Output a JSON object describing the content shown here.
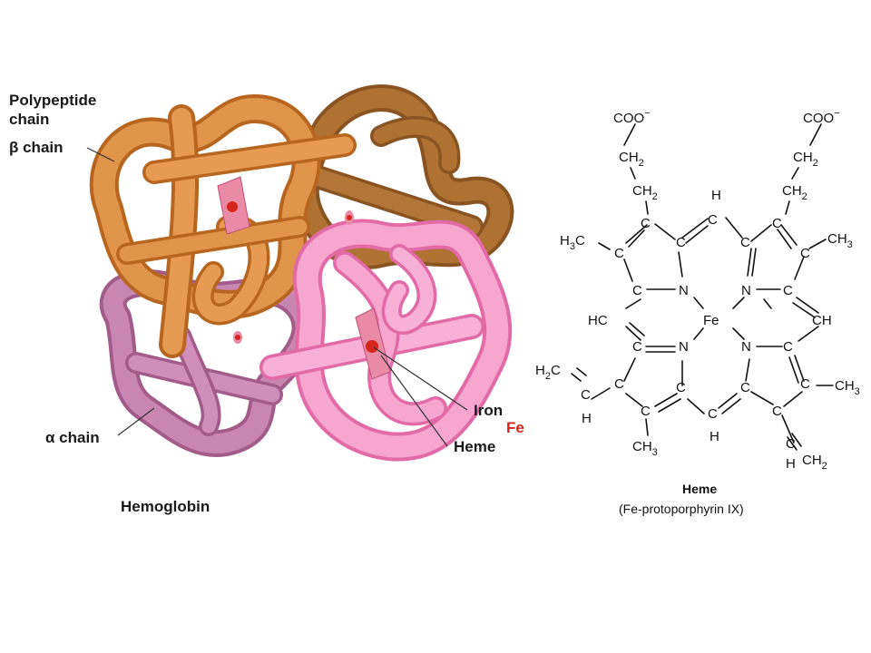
{
  "protein": {
    "label_polypeptide_line1": "Polypeptide",
    "label_polypeptide_line2": "chain",
    "label_beta": "β chain",
    "label_alpha": "α chain",
    "label_iron": "Iron",
    "label_fe": "Fe",
    "label_heme": "Heme",
    "title": "Hemoglobin",
    "colors": {
      "beta_orange": "#d9883a",
      "beta_brown": "#a8692e",
      "alpha_mauve": "#c67fae",
      "alpha_pink": "#f28fc4",
      "iron": "#d6261c",
      "heme_plate": "#e98aa6"
    }
  },
  "structure": {
    "coo_left": "COO",
    "coo_right": "COO",
    "minus": "−",
    "ch2": "CH",
    "two": "2",
    "ch3": "CH",
    "three": "3",
    "h3c_h": "H",
    "h3c_c": "C",
    "c": "C",
    "n": "N",
    "h": "H",
    "hc": "HC",
    "ch": "CH",
    "fe": "Fe",
    "h2c": "H",
    "title": "Heme",
    "subtitle": "(Fe-protoporphyrin IX)"
  }
}
